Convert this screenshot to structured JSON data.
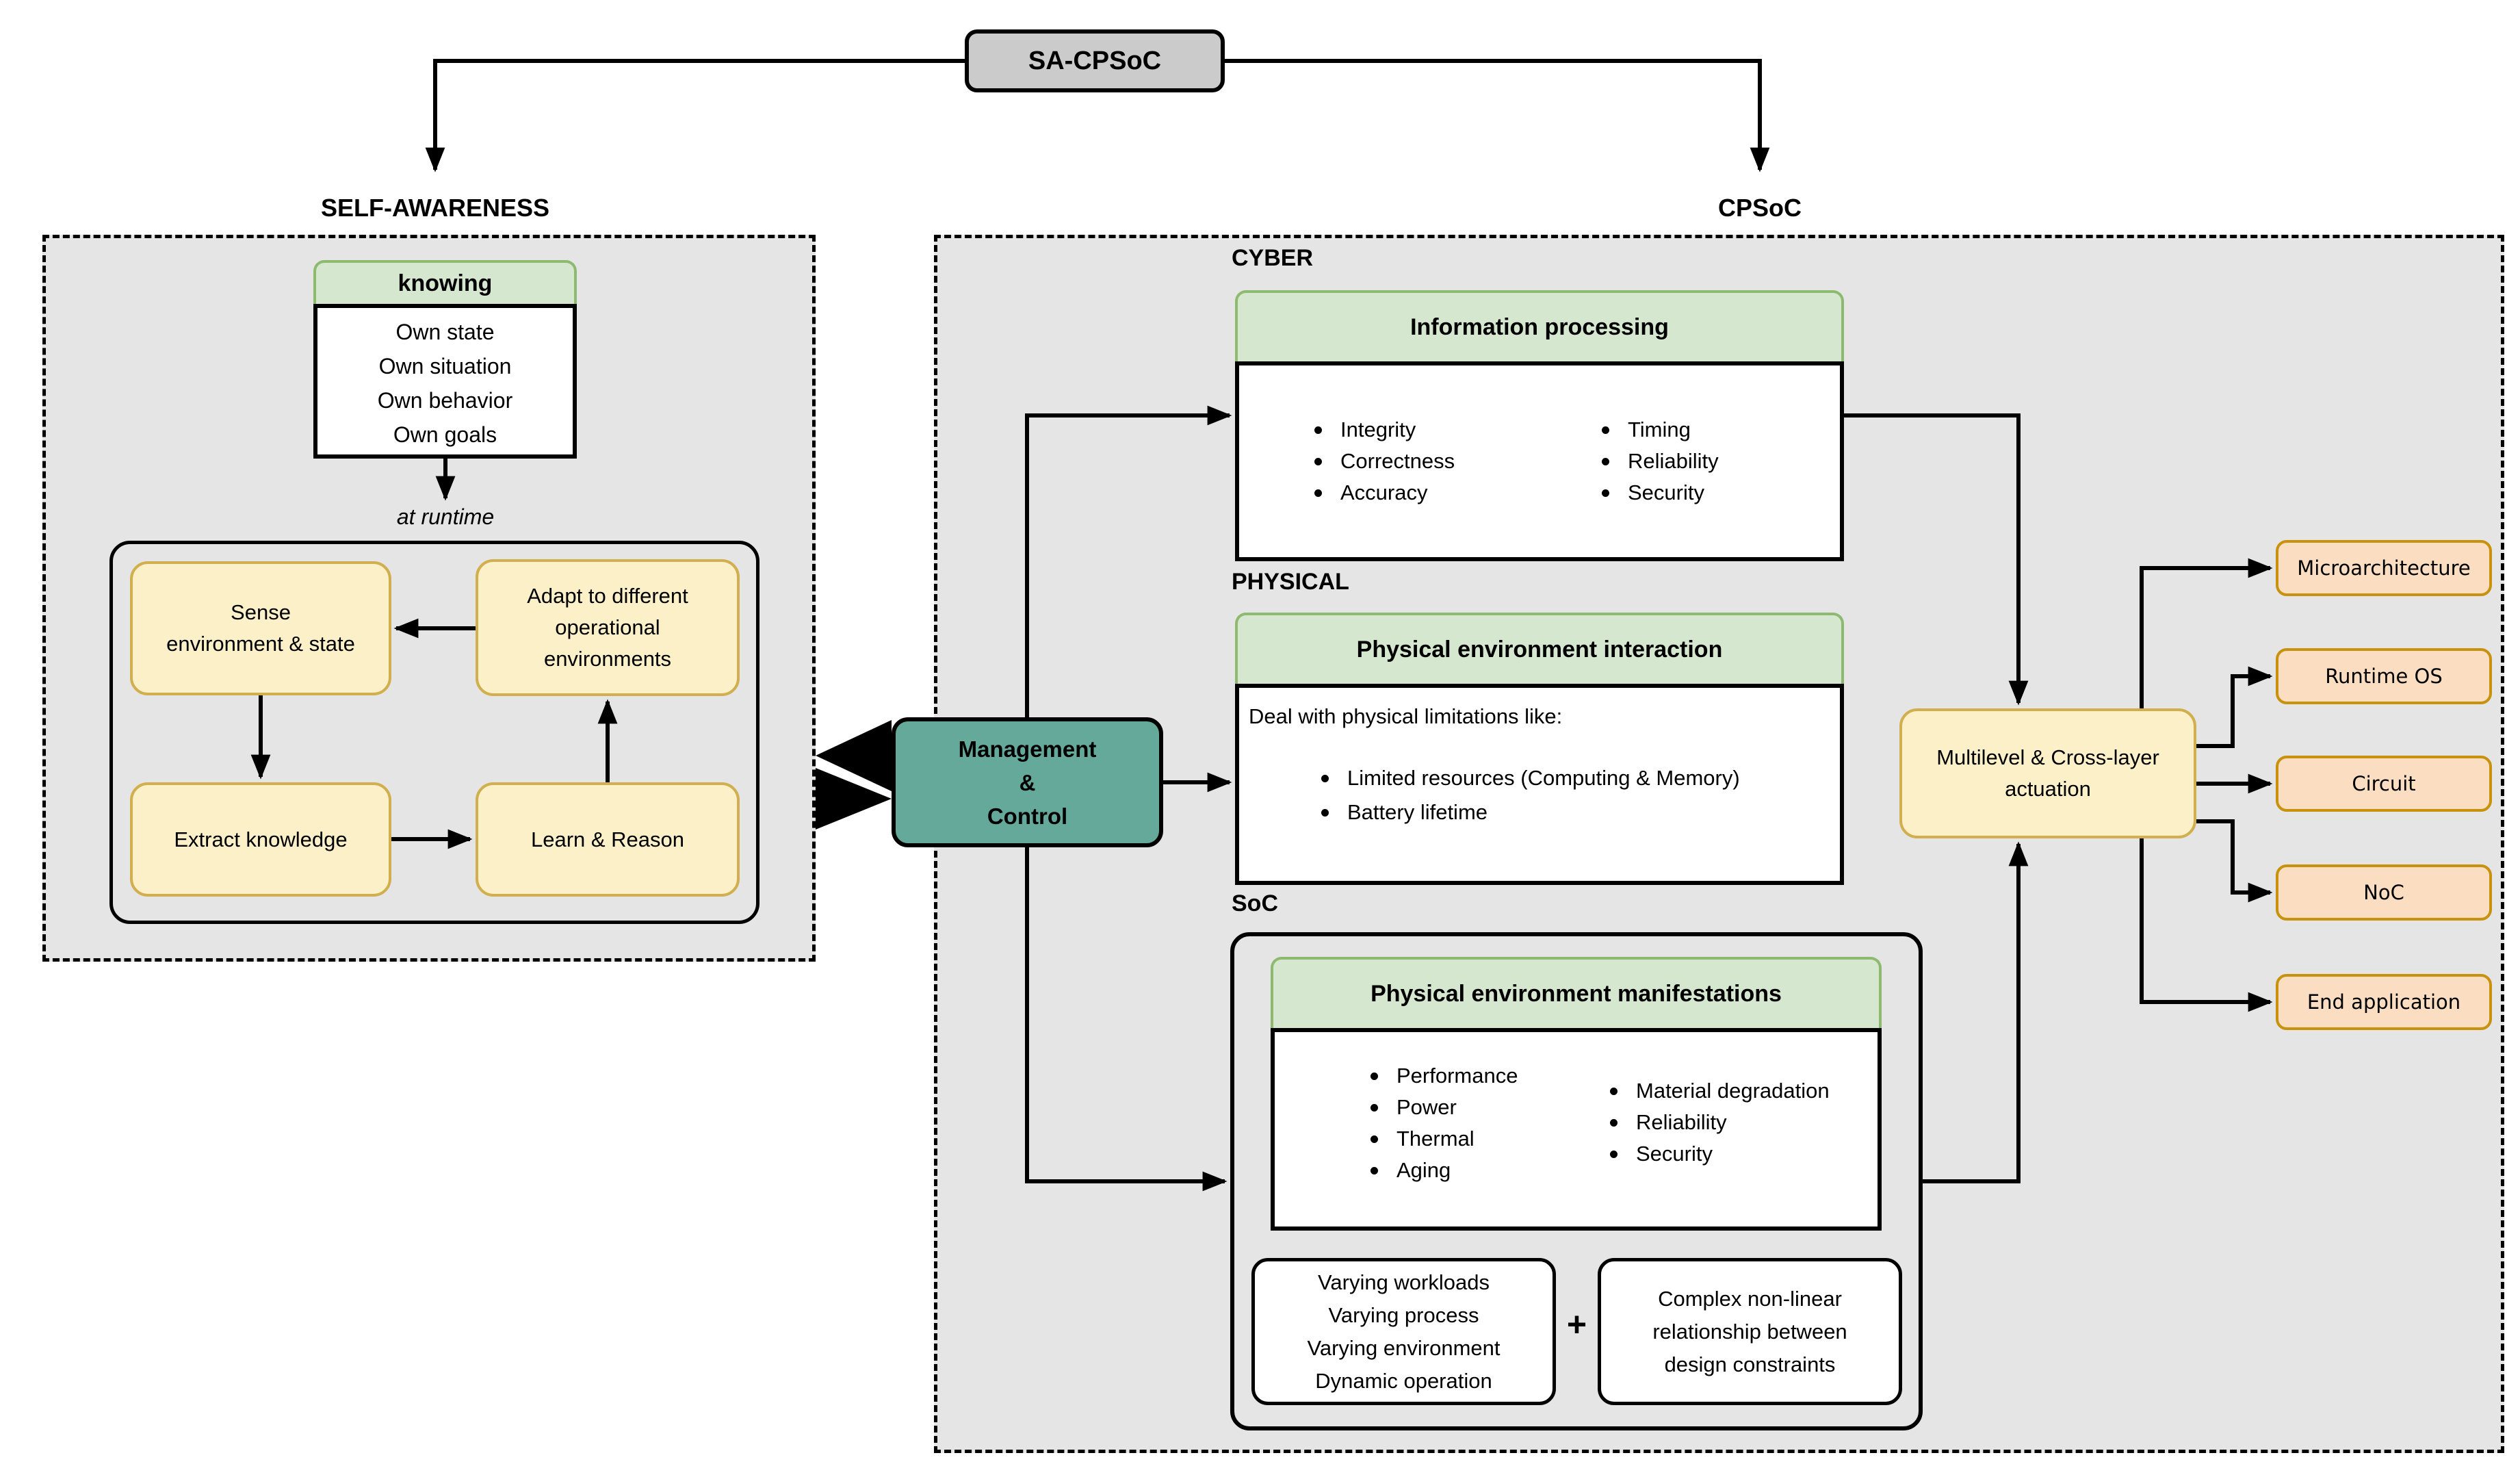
{
  "root": {
    "title": "SA-CPSoC"
  },
  "colors": {
    "region_bg": "#E5E5E5",
    "root_box": "#CBCBCB",
    "green_header_fill": "#D5E7CE",
    "green_header_border": "#8DBA6F",
    "yellow_fill": "#FCF0C9",
    "yellow_border": "#D1AE4E",
    "teal_fill": "#65A99B",
    "orange_fill": "#FBDEC1",
    "orange_border": "#C8920F"
  },
  "left_section": {
    "label": "SELF-AWARENESS",
    "knowing": {
      "header": "knowing",
      "items": [
        "Own state",
        "Own situation",
        "Own behavior",
        "Own goals"
      ]
    },
    "runtime_note": "at runtime",
    "loop": {
      "sense_lines": [
        "Sense",
        "environment & state"
      ],
      "adapt_lines": [
        "Adapt to different",
        "operational",
        "environments"
      ],
      "extract": "Extract knowledge",
      "learn": "Learn & Reason"
    }
  },
  "management": {
    "lines": [
      "Management",
      "&",
      "Control"
    ]
  },
  "right_section": {
    "label": "CPSoC",
    "cyber": {
      "label": "CYBER",
      "header": "Information processing",
      "bullets_left": [
        "Integrity",
        "Correctness",
        "Accuracy"
      ],
      "bullets_right": [
        "Timing",
        "Reliability",
        "Security"
      ]
    },
    "physical": {
      "label": "PHYSICAL",
      "header": "Physical environment interaction",
      "intro": "Deal with physical limitations like:",
      "bullets": [
        "Limited resources (Computing & Memory)",
        "Battery lifetime"
      ]
    },
    "soc": {
      "label": "SoC",
      "header": "Physical environment manifestations",
      "bullets_left": [
        "Performance",
        "Power",
        "Thermal",
        "Aging"
      ],
      "bullets_right": [
        "Material degradation",
        "Reliability",
        "Security"
      ],
      "factors": [
        "Varying workloads",
        "Varying process",
        "Varying environment",
        "Dynamic operation"
      ],
      "plus": "+",
      "complexity": [
        "Complex non-linear",
        "relationship between",
        "design constraints"
      ]
    },
    "actuation": {
      "lines": [
        "Multilevel & Cross-layer",
        "actuation"
      ]
    },
    "targets": [
      "Microarchitecture",
      "Runtime OS",
      "Circuit",
      "NoC",
      "End application"
    ]
  }
}
